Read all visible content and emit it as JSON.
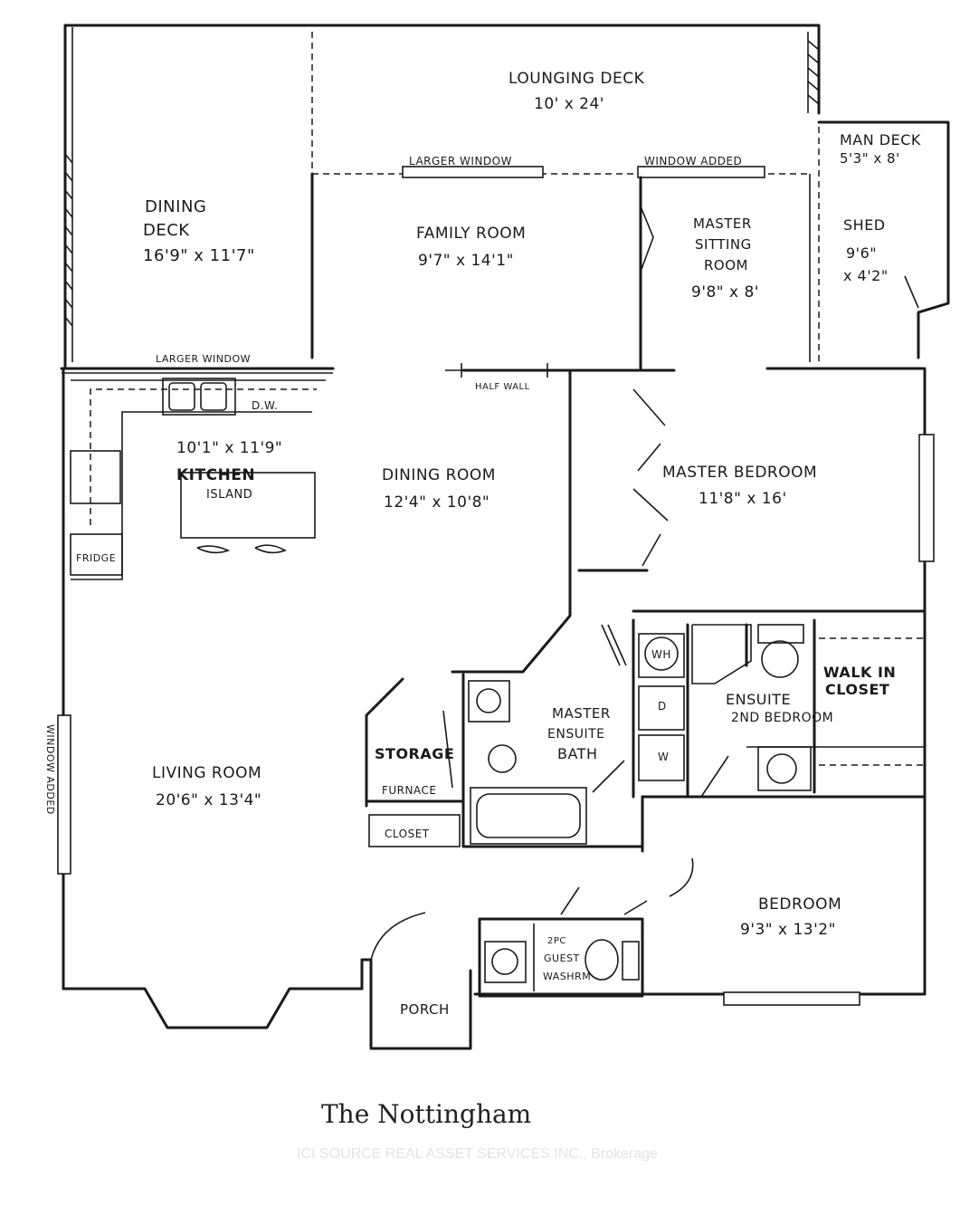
{
  "plan": {
    "title": "The Nottingham",
    "watermark": "ICI SOURCE REAL ASSET SERVICES INC., Brokerage"
  },
  "rooms": {
    "lounging_deck": {
      "name": "LOUNGING DECK",
      "size": "10' x 24'"
    },
    "dining_deck": {
      "name1": "DINING",
      "name2": "DECK",
      "size": "16'9\" x 11'7\""
    },
    "family_room": {
      "name": "FAMILY ROOM",
      "size": "9'7\" x 14'1\""
    },
    "master_sitting": {
      "name1": "MASTER",
      "name2": "SITTING",
      "name3": "ROOM",
      "size": "9'8\" x 8'"
    },
    "man_deck": {
      "name": "MAN DECK",
      "size": "5'3\" x 8'"
    },
    "shed": {
      "name": "SHED",
      "size1": "9'6\"",
      "size2": "x 4'2\""
    },
    "kitchen": {
      "name": "KITCHEN",
      "size": "10'1\" x 11'9\"",
      "island": "ISLAND"
    },
    "dining_room": {
      "name": "DINING ROOM",
      "size": "12'4\" x 10'8\""
    },
    "master_bedroom": {
      "name": "MASTER BEDROOM",
      "size": "11'8\" x 16'"
    },
    "living_room": {
      "name": "LIVING ROOM",
      "size": "20'6\" x 13'4\""
    },
    "storage": {
      "name": "STORAGE",
      "furnace": "FURNACE",
      "closet": "CLOSET"
    },
    "master_ensuite": {
      "name1": "MASTER",
      "name2": "ENSUITE",
      "name3": "BATH"
    },
    "ensuite_2nd": {
      "name1": "ENSUITE",
      "name2": "2ND BEDROOM"
    },
    "walk_in_closet": {
      "name1": "WALK IN",
      "name2": "CLOSET"
    },
    "bedroom": {
      "name": "BEDROOM",
      "size": "9'3\" x 13'2\""
    },
    "guest_washroom": {
      "name1": "2PC",
      "name2": "GUEST",
      "name3": "WASHRM"
    },
    "porch": {
      "name": "PORCH"
    }
  },
  "annotations": {
    "larger_window_top": "LARGER WINDOW",
    "window_added_top": "WINDOW ADDED",
    "larger_window_kitchen": "LARGER WINDOW",
    "half_wall": "HALF WALL",
    "dw": "D.W.",
    "fridge": "FRIDGE",
    "window_added_left": "WINDOW ADDED",
    "wh": "WH",
    "dryer": "D",
    "washer": "W"
  }
}
